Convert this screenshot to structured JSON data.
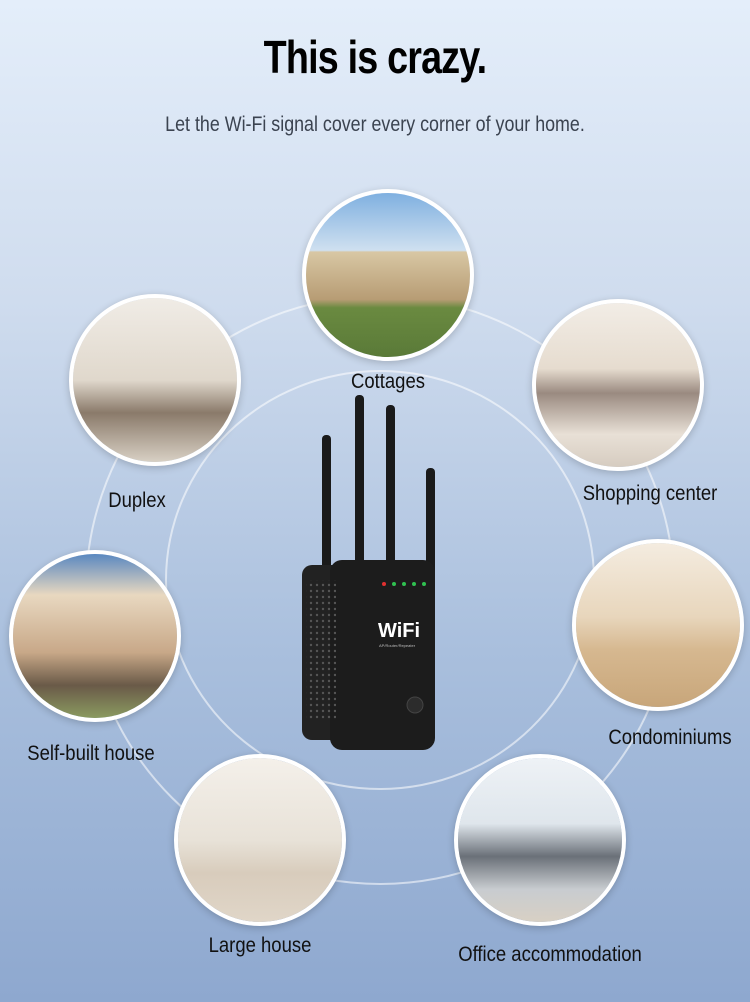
{
  "header": {
    "title": "This is crazy.",
    "subtitle": "Let the Wi-Fi signal cover every corner of your home."
  },
  "locations": [
    {
      "label": "Cottages"
    },
    {
      "label": "Duplex"
    },
    {
      "label": "Shopping center"
    },
    {
      "label": "Self-built house"
    },
    {
      "label": "Condominiums"
    },
    {
      "label": "Large house"
    },
    {
      "label": "Office accommodation"
    }
  ],
  "device": {
    "logo": "WiFi",
    "model": "AP/Router/Repeater",
    "led_colors": [
      "#e03030",
      "#30c050",
      "#30c050",
      "#30c050",
      "#30c050"
    ]
  }
}
